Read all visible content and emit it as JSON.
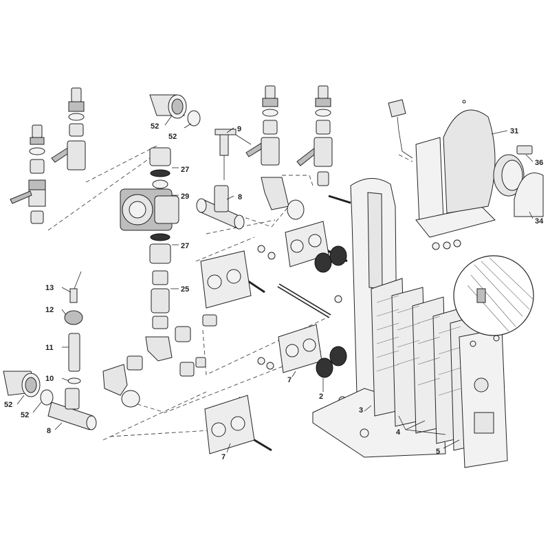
{
  "labels": {
    "l2": "2",
    "l3": "3",
    "l4": "4",
    "l5": "5",
    "l7a": "7",
    "l7b": "7",
    "l8a": "8",
    "l8b": "8",
    "l9": "9",
    "l10": "10",
    "l11": "11",
    "l12": "12",
    "l13": "13",
    "l25": "25",
    "l27a": "27",
    "l27b": "27",
    "l29": "29",
    "l31": "31",
    "l34": "34",
    "l36": "36",
    "l52a": "52",
    "l52b": "52",
    "l52c": "52",
    "l52d": "52"
  },
  "colors": {
    "line": "#222222",
    "fill": "#e6e6e6",
    "ring": "#333333"
  }
}
